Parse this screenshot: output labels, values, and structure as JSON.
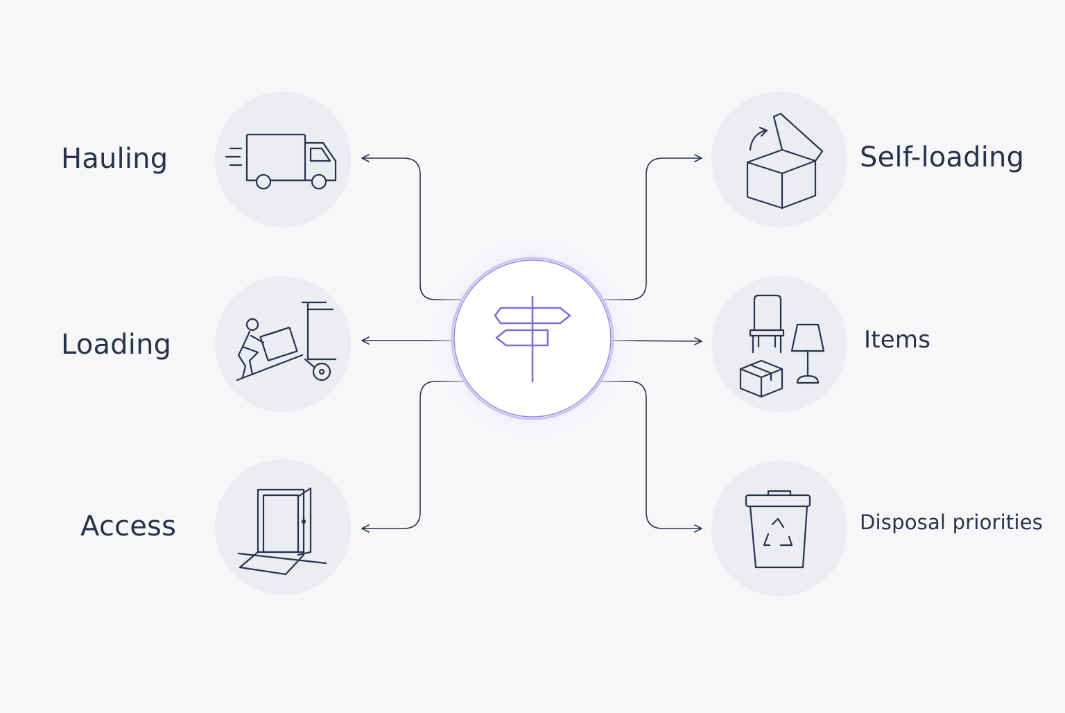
{
  "diagram": {
    "center_icon": "signpost-icon",
    "nodes": [
      {
        "id": "hauling",
        "label": "Hauling",
        "icon": "truck-icon",
        "side": "left"
      },
      {
        "id": "loading",
        "label": "Loading",
        "icon": "loading-dolly-icon",
        "side": "left"
      },
      {
        "id": "access",
        "label": "Access",
        "icon": "door-ramp-icon",
        "side": "left"
      },
      {
        "id": "self_loading",
        "label": "Self-loading",
        "icon": "open-box-icon",
        "side": "right"
      },
      {
        "id": "items",
        "label": "Items",
        "icon": "furniture-items-icon",
        "side": "right"
      },
      {
        "id": "disposal",
        "label": "Disposal priorities",
        "icon": "recycle-bin-icon",
        "side": "right"
      }
    ]
  },
  "colors": {
    "background": "#f7f7fa",
    "icon_circle": "#ececf3",
    "stroke": "#27324a",
    "accent": "#7b6fd6",
    "center_glow": "#efedf7"
  }
}
